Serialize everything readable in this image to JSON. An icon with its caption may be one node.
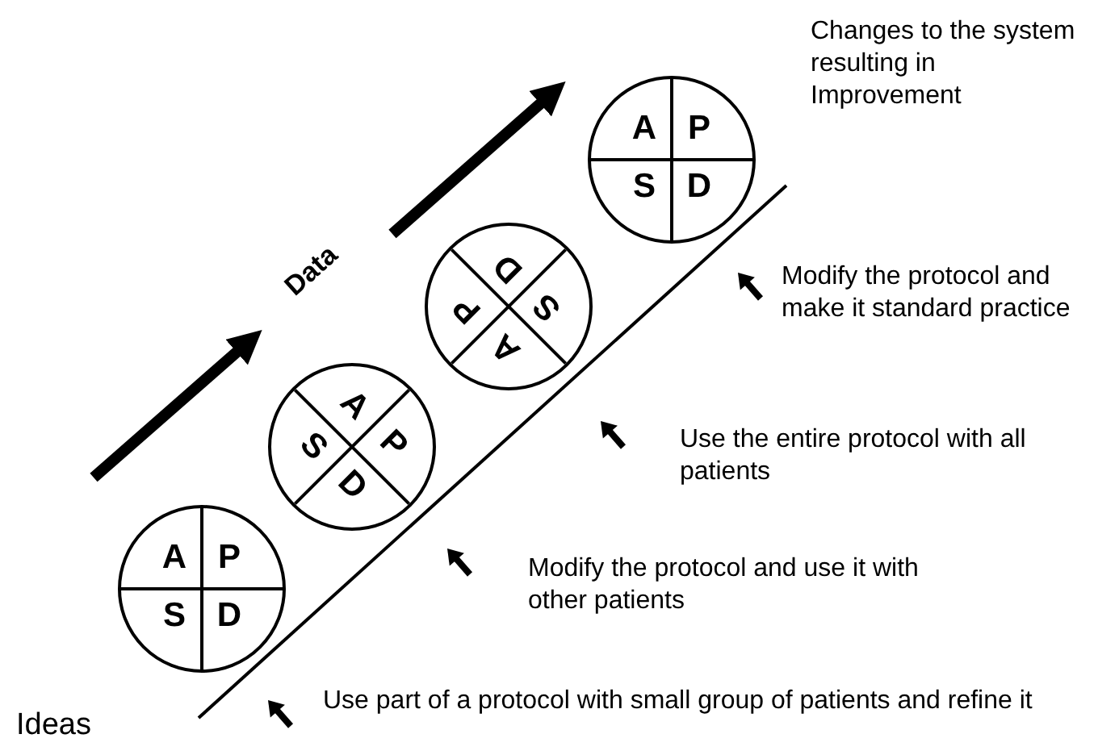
{
  "diagram": {
    "nodes": [
      {
        "text": [
          "A",
          "P",
          "S",
          "D"
        ]
      },
      {
        "text": [
          "A",
          "P",
          "S",
          "D"
        ]
      },
      {
        "text": [
          "A",
          "P",
          "S",
          "D"
        ]
      },
      {
        "text": [
          "A",
          "P",
          "S",
          "D"
        ]
      }
    ],
    "labels": [
      "Changes to the system resulting in Improvement",
      "Data",
      "Modify the protocol and make it standard practice",
      "Use the entire protocol with all patients",
      "Modify the protocol and use it with other patients",
      "Ideas",
      "Use part of a protocol with small group of patients and refine it"
    ]
  }
}
